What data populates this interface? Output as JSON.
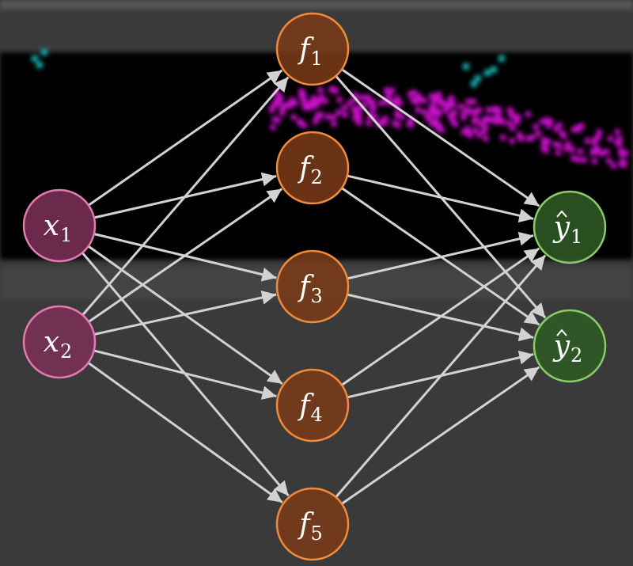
{
  "diagram": {
    "type": "feedforward-network",
    "layers": [
      {
        "name": "input",
        "fill": "#7a2f55",
        "stroke": "#e47ab4",
        "nodes": [
          {
            "id": "x1",
            "symbol": "x",
            "hat": false,
            "sub": "1"
          },
          {
            "id": "x2",
            "symbol": "x",
            "hat": false,
            "sub": "2"
          }
        ]
      },
      {
        "name": "hidden",
        "fill": "#7a3a18",
        "stroke": "#f08a3c",
        "nodes": [
          {
            "id": "f1",
            "symbol": "f",
            "hat": false,
            "sub": "1"
          },
          {
            "id": "f2",
            "symbol": "f",
            "hat": false,
            "sub": "2"
          },
          {
            "id": "f3",
            "symbol": "f",
            "hat": false,
            "sub": "3"
          },
          {
            "id": "f4",
            "symbol": "f",
            "hat": false,
            "sub": "4"
          },
          {
            "id": "f5",
            "symbol": "f",
            "hat": false,
            "sub": "5"
          }
        ]
      },
      {
        "name": "output",
        "fill": "#2f5a24",
        "stroke": "#8acc6a",
        "nodes": [
          {
            "id": "y1",
            "symbol": "y",
            "hat": true,
            "sub": "1"
          },
          {
            "id": "y2",
            "symbol": "y",
            "hat": true,
            "sub": "2"
          }
        ]
      }
    ],
    "connections": "fully-connected",
    "edge_color": "#d2d2d2",
    "background": {
      "page": "#3a3a3a",
      "plot": "#000000",
      "scatter_colors": [
        "#cc11cc",
        "#1ab0b0"
      ]
    }
  }
}
